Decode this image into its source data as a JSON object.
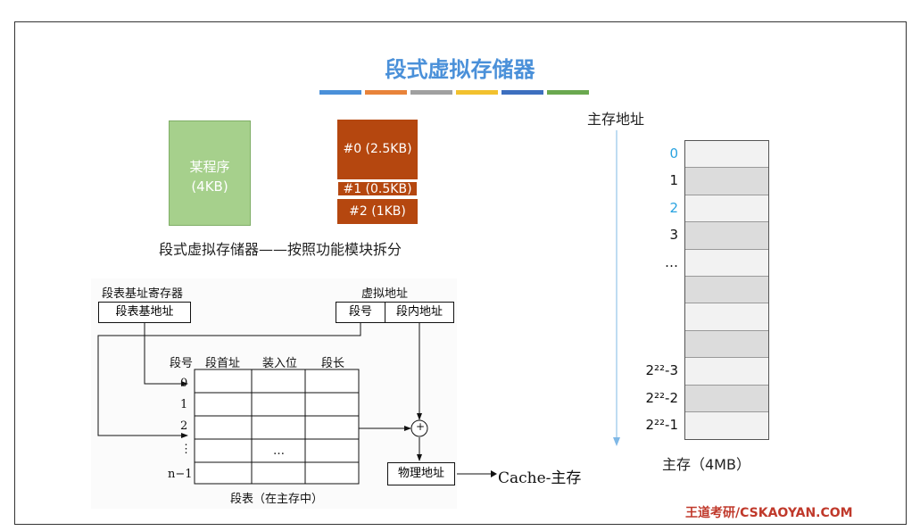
{
  "slide": {
    "title": "段式虚拟存储器",
    "accent_colors": [
      "#4a90d9",
      "#e8833a",
      "#a0a0a0",
      "#f2c12e",
      "#3d6fbf",
      "#6aa84f"
    ]
  },
  "program": {
    "label": "某程序",
    "size": "(4KB)",
    "segments": [
      "#0 (2.5KB)",
      "#1 (0.5KB)",
      "#2 (1KB)"
    ],
    "caption": "段式虚拟存储器——按照功能模块拆分"
  },
  "translation": {
    "seg_table_reg_label": "段表基址寄存器",
    "seg_table_base": "段表基地址",
    "virtual_addr_label": "虚拟地址",
    "seg_number": "段号",
    "seg_offset": "段内地址",
    "columns": [
      "段号",
      "段首址",
      "装入位",
      "段长"
    ],
    "rows": [
      "0",
      "1",
      "2",
      "⋮",
      "n−1"
    ],
    "ellipsis": "…",
    "plus": "+",
    "physical_addr": "物理地址",
    "table_caption": "段表（在主存中）",
    "to_cache": "Cache-主存"
  },
  "memory": {
    "title": "主存地址",
    "addresses": [
      "0",
      "1",
      "2",
      "3",
      "…",
      "",
      "",
      "",
      "2²²-3",
      "2²²-2",
      "2²²-1"
    ],
    "caption": "主存（4MB）",
    "cell_count": 11
  },
  "footer": "王道考研/CSKAOYAN.COM"
}
